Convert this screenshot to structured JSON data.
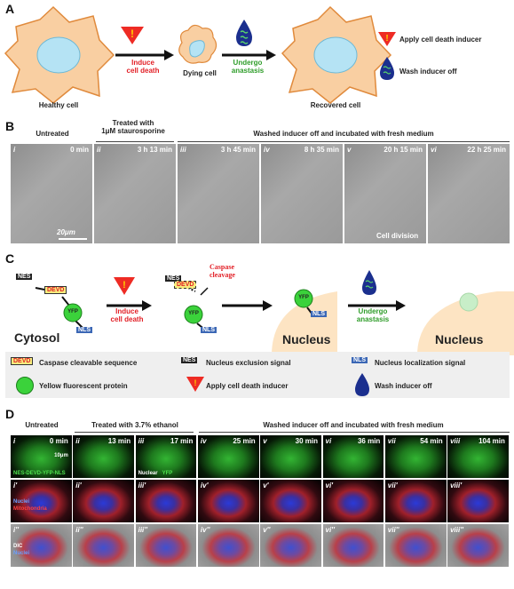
{
  "panelA": {
    "label": "A",
    "healthy": "Healthy cell",
    "induce": "Induce\ncell death",
    "dying": "Dying cell",
    "undergo": "Undergo\nanastasis",
    "recovered": "Recovered cell",
    "legend_apply": "Apply cell death inducer",
    "legend_wash": "Wash inducer off"
  },
  "panelB": {
    "label": "B",
    "header_untreated": "Untreated",
    "header_treated": "Treated with\n1μM staurosporine",
    "header_washed": "Washed inducer off and incubated with fresh medium",
    "tiles": [
      {
        "roman": "i",
        "time": "0 min"
      },
      {
        "roman": "ii",
        "time": "3 h 13 min"
      },
      {
        "roman": "iii",
        "time": "3 h 45 min"
      },
      {
        "roman": "iv",
        "time": "8 h 35 min"
      },
      {
        "roman": "v",
        "time": "20 h 15 min"
      },
      {
        "roman": "vi",
        "time": "22 h 25 min"
      }
    ],
    "scale": "20μm",
    "cell_division": "Cell division"
  },
  "panelC": {
    "label": "C",
    "nes": "NES",
    "devd": "DEVD",
    "yfp": "YFP",
    "nls": "NLS",
    "cytosol": "Cytosol",
    "induce": "Induce\ncell death",
    "caspase": "Caspase\ncleavage",
    "nucleus": "Nucleus",
    "undergo": "Undergo\nanastasis",
    "legend": {
      "devd": "Caspase cleavable sequence",
      "nes": "Nucleus exclusion signal",
      "nls": "Nucleus localization signal",
      "yfp": "Yellow fluorescent protein",
      "apply": "Apply cell death inducer",
      "wash": "Wash inducer off"
    }
  },
  "panelD": {
    "label": "D",
    "header_untreated": "Untreated",
    "header_treated": "Treated with 3.7% ethanol",
    "header_washed": "Washed inducer off and incubated with fresh medium",
    "row1": [
      {
        "roman": "i",
        "time": "0 min"
      },
      {
        "roman": "ii",
        "time": "13 min"
      },
      {
        "roman": "iii",
        "time": "17 min"
      },
      {
        "roman": "iv",
        "time": "25 min"
      },
      {
        "roman": "v",
        "time": "30 min"
      },
      {
        "roman": "vi",
        "time": "36 min"
      },
      {
        "roman": "vii",
        "time": "54 min"
      },
      {
        "roman": "viii",
        "time": "104 min"
      }
    ],
    "row2": [
      "i'",
      "ii'",
      "iii'",
      "iv'",
      "v'",
      "vi'",
      "vii'",
      "viii'"
    ],
    "row3": [
      "i''",
      "ii''",
      "iii''",
      "iv''",
      "v''",
      "vi''",
      "vii''",
      "viii''"
    ],
    "scale": "10μm",
    "construct": "NES-DEVD-YFP-NLS",
    "nuclear_label": "Nuclear",
    "yfp_label": "YFP",
    "nuclei": "Nuclei",
    "mito": "Mitochondria",
    "dic": "DIC"
  }
}
